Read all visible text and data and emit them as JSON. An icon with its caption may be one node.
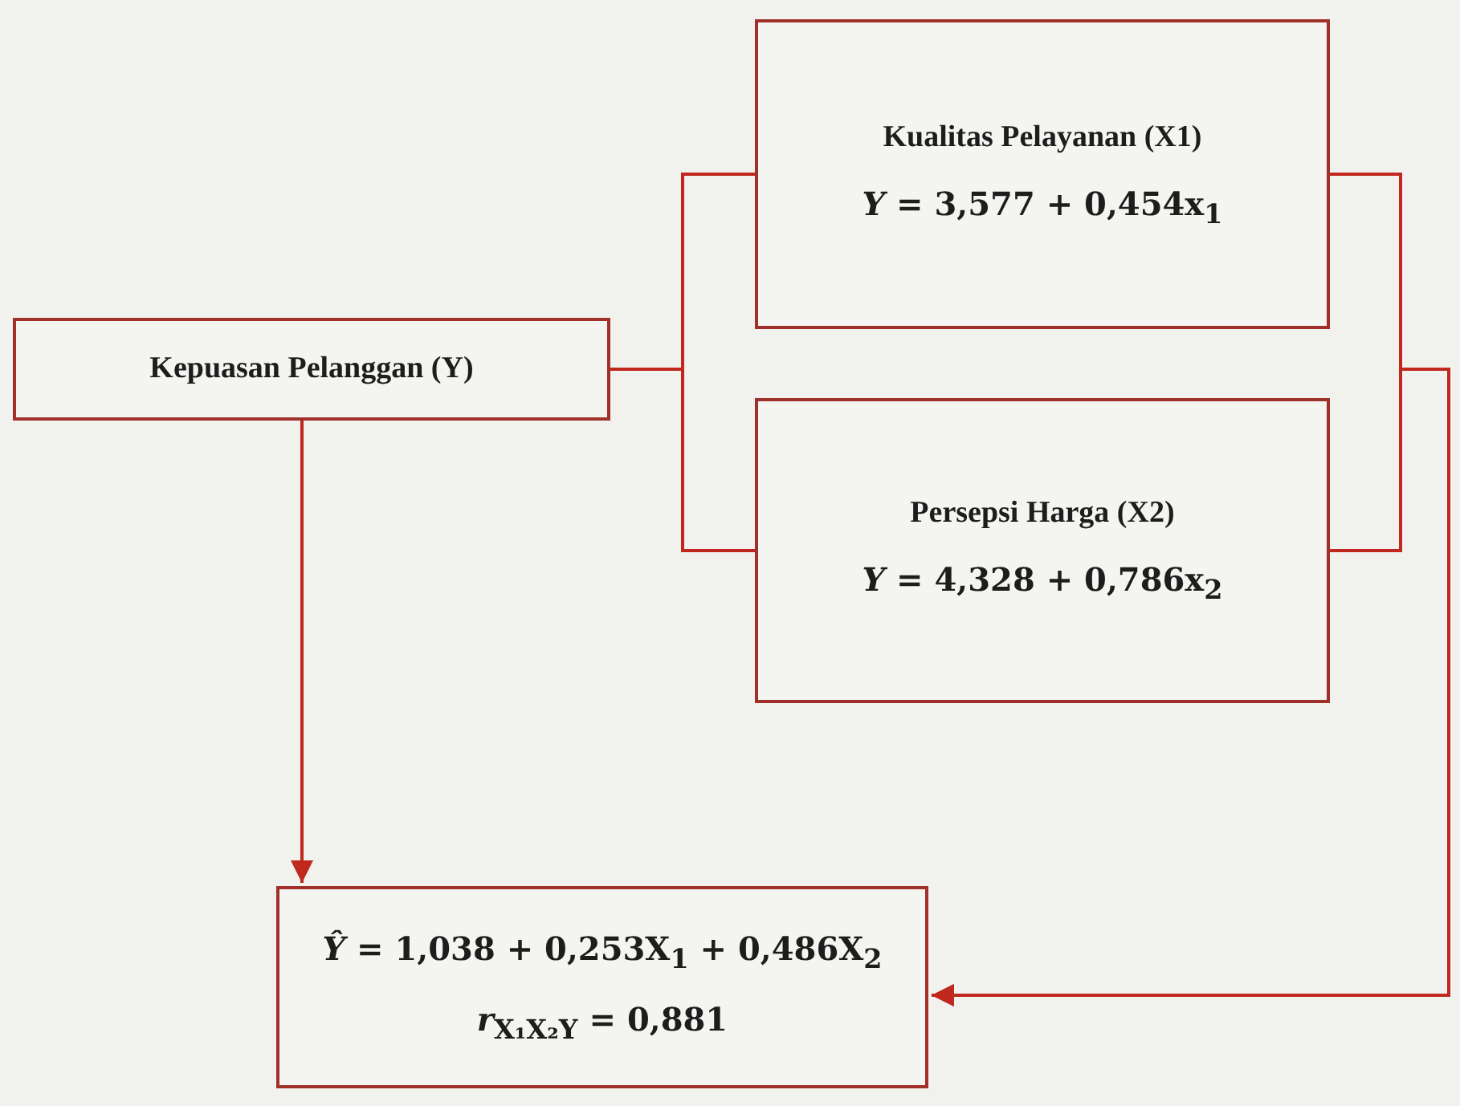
{
  "diagram": {
    "nodes": [
      {
        "text": [
          "Kepuasan Pelanggan (Y)"
        ]
      },
      {
        "text": [
          "Kualitas Pelayanan (X1)",
          "*Y* = 3,577 + 0,454x$_{1}$"
        ]
      },
      {
        "text": [
          "Persepsi Harga (X2)",
          "*Y* = 4,328 + 0,786x$_{2}$"
        ]
      },
      {
        "text": [
          "*Ŷ* = 1,038 + 0,253X$_{1}$ + 0,486X$_{2}$",
          "*r*$_{X₁X₂Y}$ = 0,881"
        ]
      }
    ],
    "edges": [
      {
        "from": 0,
        "to": 1,
        "arrow": "none"
      },
      {
        "from": 0,
        "to": 2,
        "arrow": "none"
      },
      {
        "from": 1,
        "to": 3,
        "arrow": "to"
      },
      {
        "from": 2,
        "to": 3,
        "arrow": "to"
      },
      {
        "from": 0,
        "to": 3,
        "arrow": "to"
      }
    ]
  }
}
